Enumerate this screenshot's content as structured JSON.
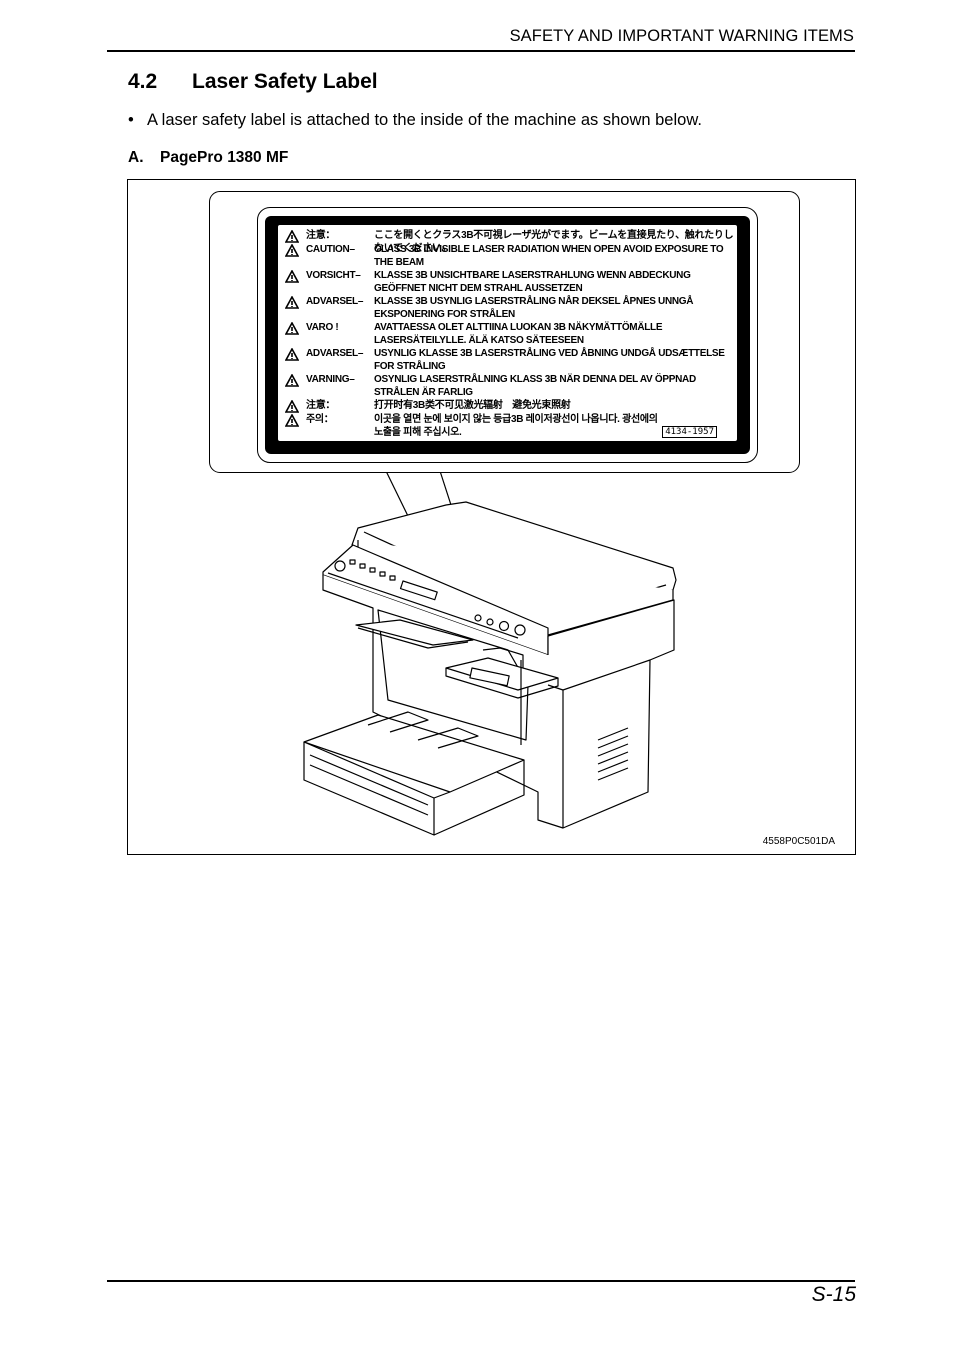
{
  "header": {
    "running_title": "SAFETY AND IMPORTANT WARNING ITEMS"
  },
  "section": {
    "number": "4.2",
    "title": "Laser Safety Label"
  },
  "bullet": {
    "symbol": "•",
    "text": "A laser safety label is attached to the inside of the machine as shown below."
  },
  "subsection": {
    "letter": "A.",
    "title": "PagePro 1380 MF"
  },
  "label": {
    "warnings": [
      {
        "key": "注意：",
        "text": "ここを開くとクラス3B不可視レーザ光がでます。ビームを直接見たり、触れたりしないでください。"
      },
      {
        "key": "CAUTION–",
        "text": "CLASS 3B INVISIBLE LASER RADIATION WHEN OPEN AVOID EXPOSURE TO THE BEAM"
      },
      {
        "key": "VORSICHT–",
        "text": "KLASSE 3B UNSICHTBARE LASERSTRAHLUNG WENN ABDECKUNG GEÖFFNET NICHT DEM STRAHL AUSSETZEN"
      },
      {
        "key": "ADVARSEL–",
        "text": "KLASSE 3B USYNLIG LASERSTRÅLING NÅR DEKSEL ÅPNES UNNGÅ EKSPONERING FOR STRÅLEN"
      },
      {
        "key": "VARO !",
        "text": "AVATTAESSA OLET ALTTIINA LUOKAN 3B NÄKYMÄTTÖMÄLLE LASERSÄTEILYLLE. ÄLÄ KATSO SÄTEESEEN"
      },
      {
        "key": "ADVARSEL–",
        "text": "USYNLIG KLASSE 3B LASERSTRÅLING VED ÅBNING UNDGÅ UDSÆTTELSE FOR STRÅLING"
      },
      {
        "key": "VARNING–",
        "text": "OSYNLIG LASERSTRÅLNING KLASS 3B NÄR DENNA DEL AV ÖPPNAD STRÅLEN ÄR FARLIG"
      },
      {
        "key": "注意：",
        "text": "打开时有3B类不可见激光辐射　避免光束照射"
      },
      {
        "key": "주의：",
        "text": "이곳을 열면 눈에 보이지 않는 등급3B 레이저광선이 나옵니다. 광선에의 노출을 피해 주십시오."
      }
    ],
    "code": "4134-1957"
  },
  "figure_code": "4558P0C501DA",
  "footer": {
    "page_number": "S-15"
  }
}
